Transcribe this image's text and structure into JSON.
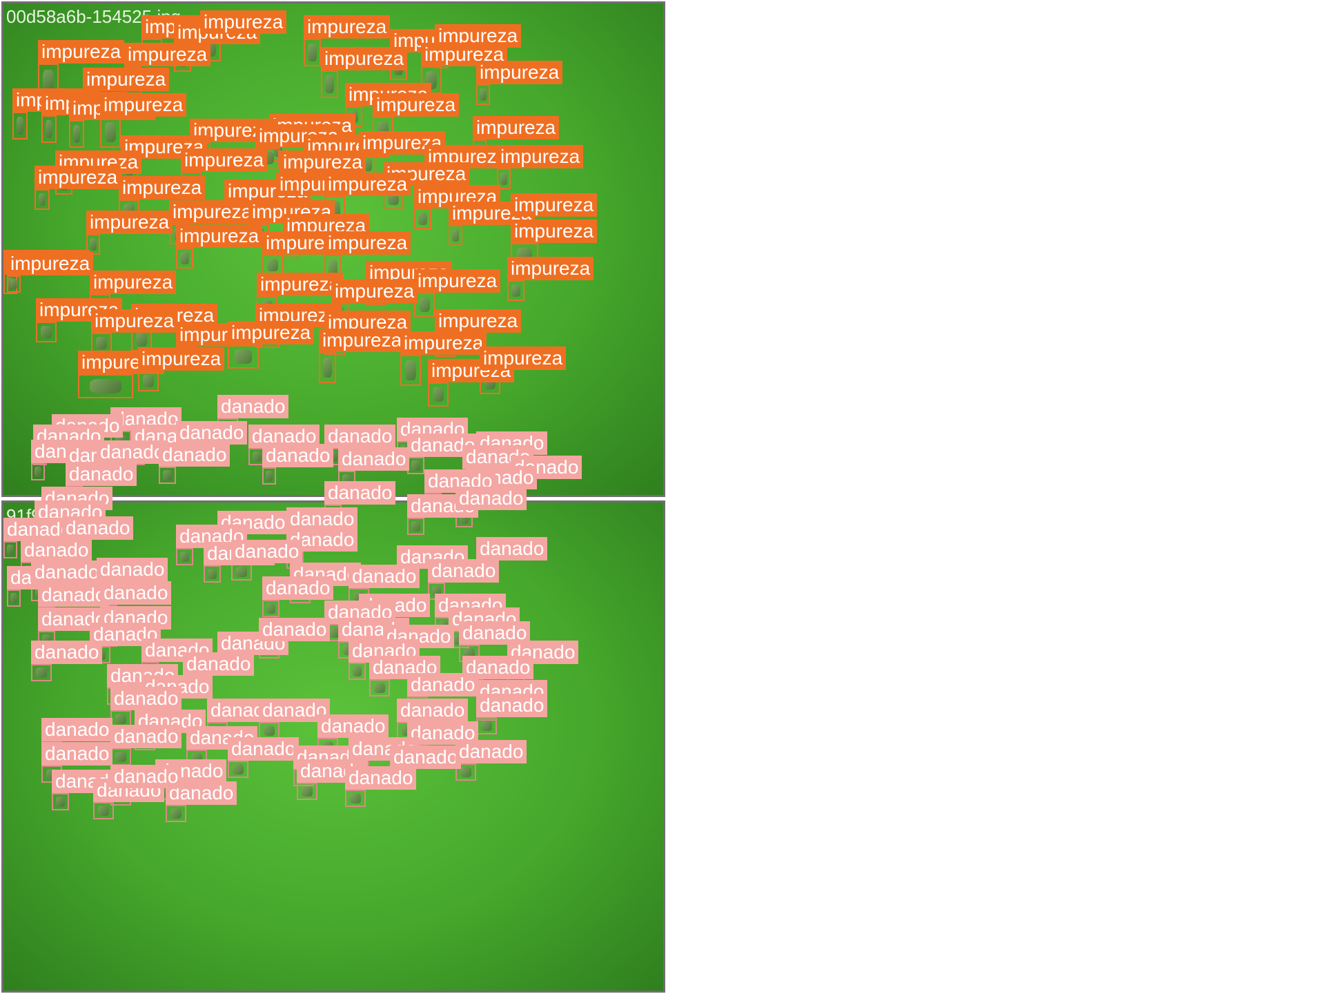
{
  "panels": [
    {
      "id": "panel1",
      "filename": "00d58a6b-154525.jpg",
      "class_label": "impureza",
      "label_color": "#ef6f22",
      "box_color": "#e8702a"
    },
    {
      "id": "panel2",
      "filename": "91f9a",
      "class_label": "danado",
      "label_color": "#f4a6a2",
      "box_color": "#d98a88"
    }
  ]
}
